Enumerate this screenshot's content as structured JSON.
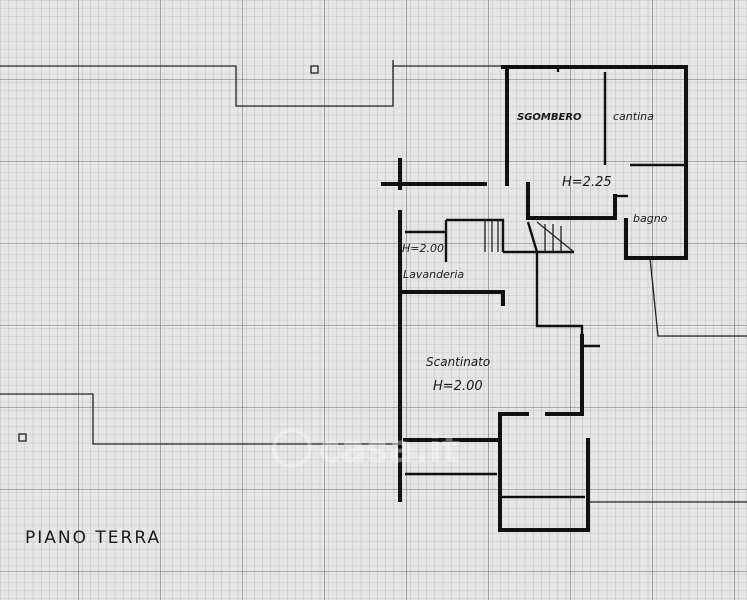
{
  "plan": {
    "title": "PIANO TERRA",
    "rooms": {
      "sgombero": "SGOMBERO",
      "cantina": "cantina",
      "bagno": "bagno",
      "lavanderia": "Lavanderia",
      "scantinato": "Scantinato"
    },
    "heights": {
      "upper": "H=2.25",
      "lavanderia": "H=2.00",
      "scantinato": "H=2.00"
    },
    "watermark": "casa.it"
  },
  "colors": {
    "paper": "#e6e6e6",
    "grid_minor": "#a9a9a9",
    "grid_major": "#6b6b6b",
    "ink": "#111111"
  }
}
